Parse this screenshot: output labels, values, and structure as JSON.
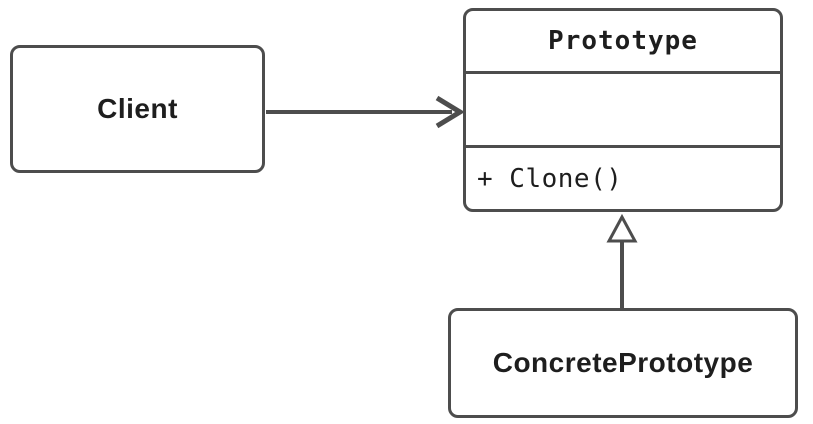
{
  "diagram": {
    "kind": "uml-class-diagram",
    "pattern": "Prototype",
    "colors": {
      "stroke": "#4d4d4d",
      "text": "#1e1e1e",
      "background": "#ffffff",
      "node_fill": "#ffffff"
    },
    "nodes": {
      "client": {
        "label": "Client"
      },
      "prototype": {
        "title": "Prototype",
        "attributes": [],
        "methods": [
          "+ Clone()"
        ]
      },
      "concrete_prototype": {
        "label": "ConcretePrototype"
      }
    },
    "edges": [
      {
        "from": "client",
        "to": "prototype",
        "type": "association",
        "arrowhead": "open-arrow"
      },
      {
        "from": "concrete_prototype",
        "to": "prototype",
        "type": "inheritance",
        "arrowhead": "hollow-triangle"
      }
    ]
  }
}
